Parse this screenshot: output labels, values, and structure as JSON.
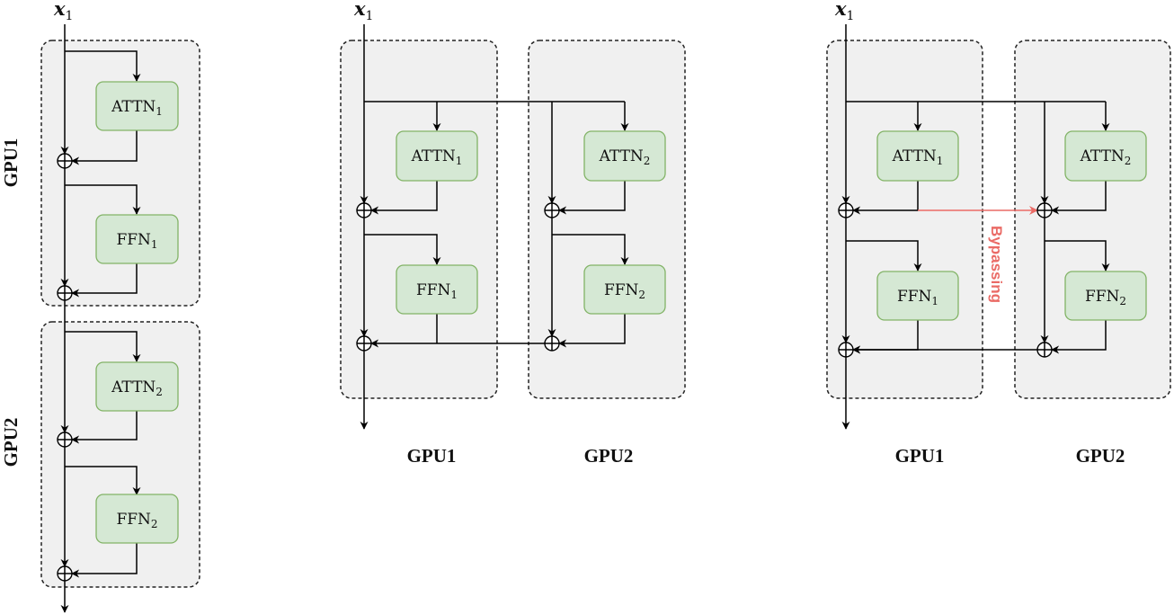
{
  "input": {
    "symbol": "x",
    "subscript": "1"
  },
  "blocks": {
    "attn1": {
      "name": "ATTN",
      "sub": "1"
    },
    "attn2": {
      "name": "ATTN",
      "sub": "2"
    },
    "ffn1": {
      "name": "FFN",
      "sub": "1"
    },
    "ffn2": {
      "name": "FFN",
      "sub": "2"
    }
  },
  "gpu_labels": {
    "gpu1": "GPU1",
    "gpu2": "GPU2"
  },
  "bypass_label": "Bypassing",
  "colors": {
    "block_fill": "#d5e8d4",
    "block_stroke": "#82b366",
    "gpu_box_fill": "#f0f0f0",
    "bypass": "#ea6b66"
  }
}
